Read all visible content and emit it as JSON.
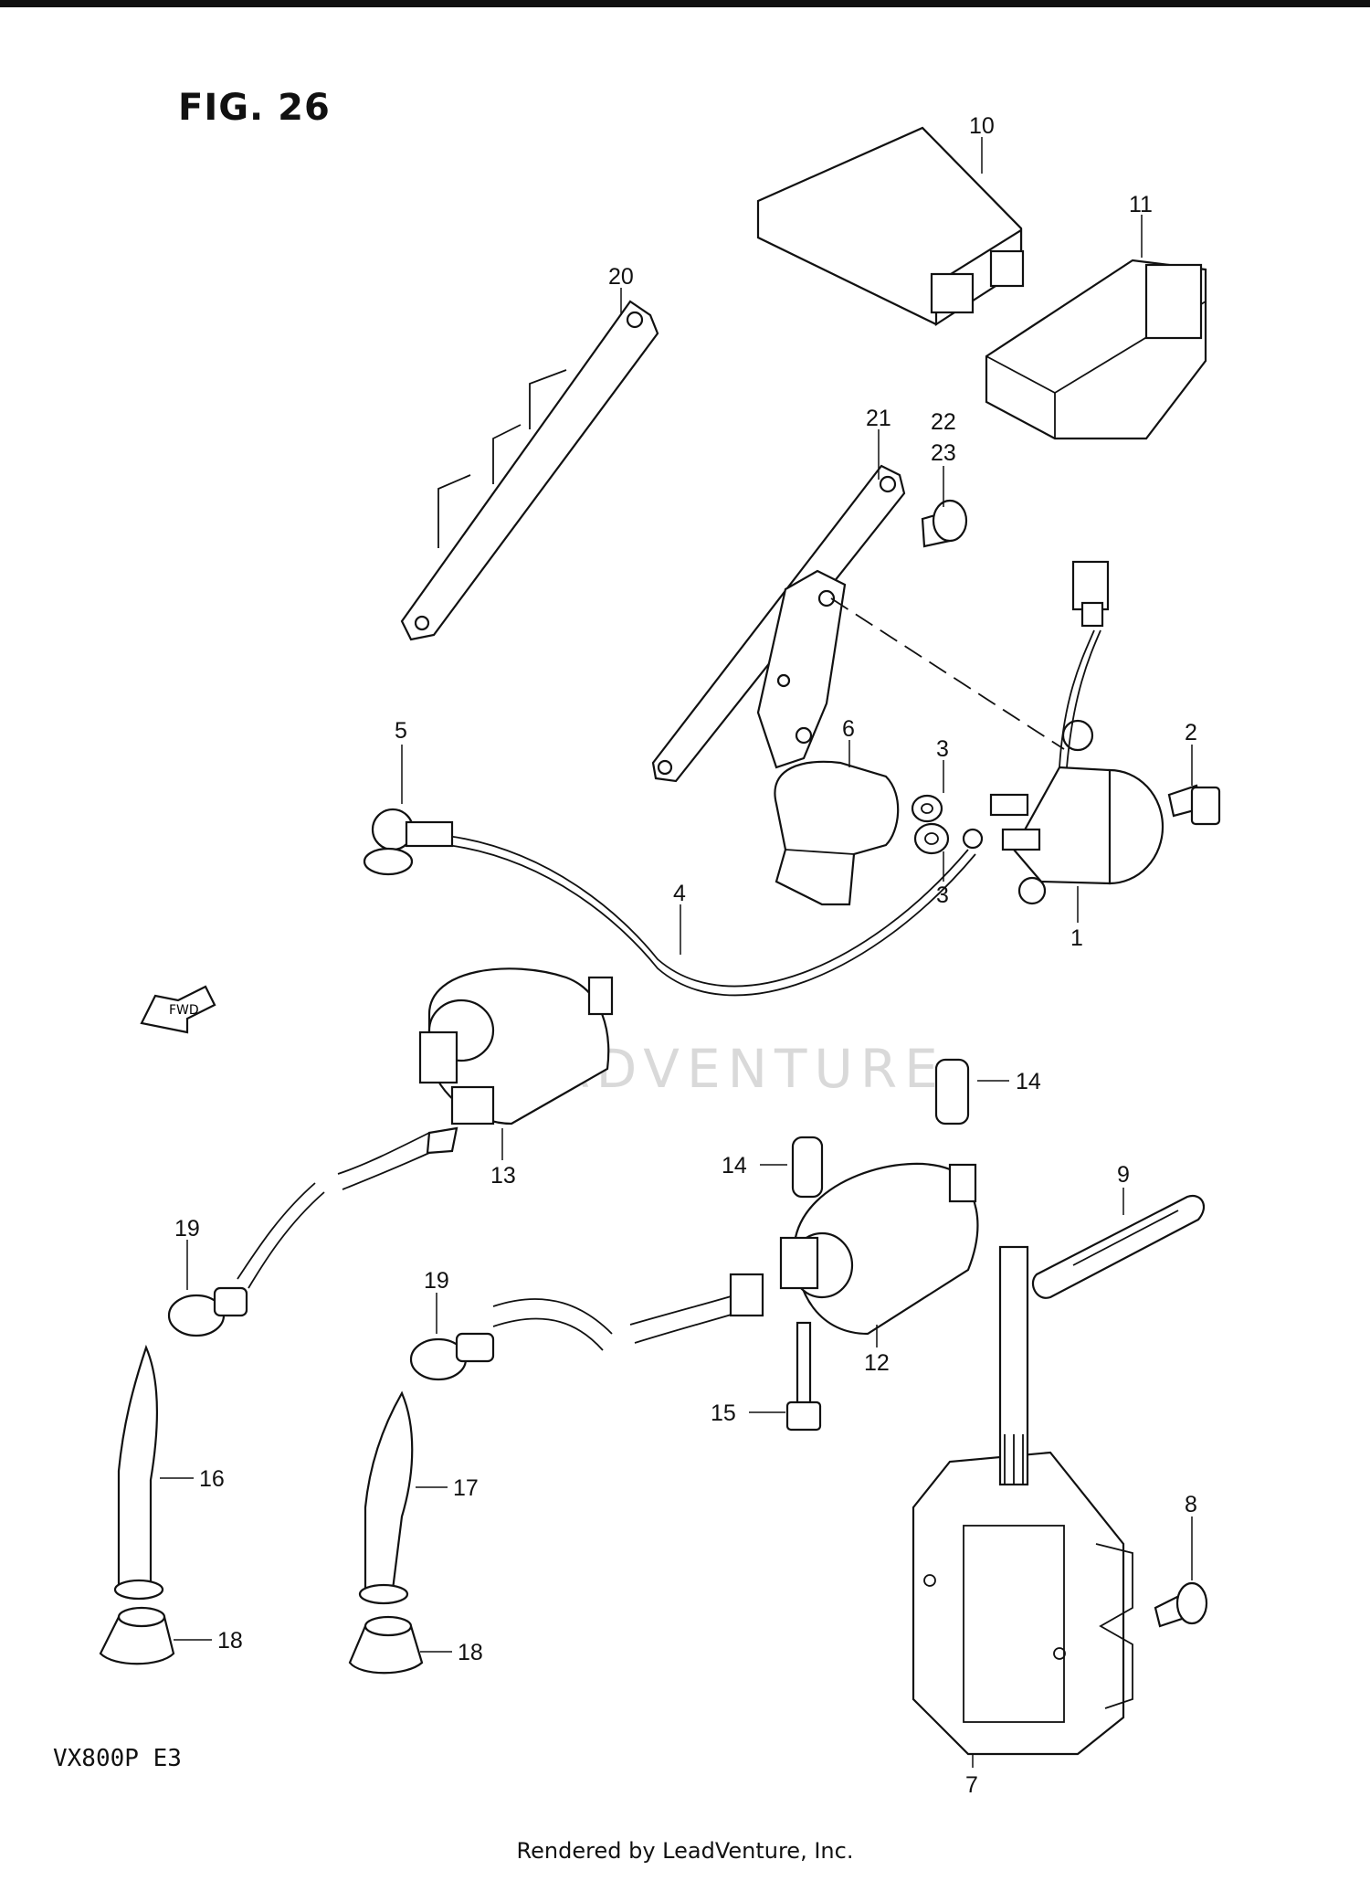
{
  "figure": {
    "title": "FIG. 26",
    "model_code": "VX800P  E3"
  },
  "footer": {
    "text": "Rendered by LeadVenture, Inc."
  },
  "watermark": {
    "text": "LEADVENTURE"
  },
  "direction_arrow": {
    "text": "FWD"
  },
  "callouts": [
    "1",
    "2",
    "3",
    "3",
    "4",
    "5",
    "6",
    "7",
    "8",
    "9",
    "10",
    "11",
    "12",
    "13",
    "14",
    "14",
    "15",
    "16",
    "17",
    "18",
    "18",
    "19",
    "19",
    "20",
    "21",
    "22",
    "23"
  ]
}
